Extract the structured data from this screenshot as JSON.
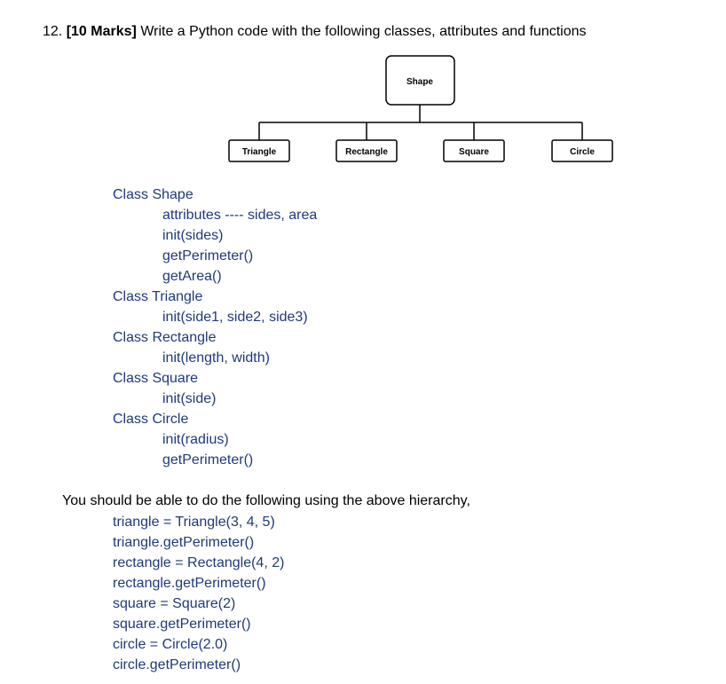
{
  "question": {
    "number": "12.",
    "marks": "[10 Marks]",
    "text": "Write a Python code with the following classes, attributes and functions"
  },
  "diagram": {
    "root": "Shape",
    "children": [
      "Triangle",
      "Rectangle",
      "Square",
      "Circle"
    ]
  },
  "spec": [
    {
      "text": "Class Shape",
      "level": 0
    },
    {
      "text": "attributes ---- sides, area",
      "level": 1
    },
    {
      "text": "init(sides)",
      "level": 1
    },
    {
      "text": "getPerimeter()",
      "level": 1
    },
    {
      "text": "getArea()",
      "level": 1
    },
    {
      "text": "Class Triangle",
      "level": 0
    },
    {
      "text": "init(side1, side2, side3)",
      "level": 1
    },
    {
      "text": "Class Rectangle",
      "level": 0
    },
    {
      "text": "init(length, width)",
      "level": 1
    },
    {
      "text": "Class Square",
      "level": 0
    },
    {
      "text": "init(side)",
      "level": 1
    },
    {
      "text": "Class Circle",
      "level": 0
    },
    {
      "text": "init(radius)",
      "level": 1
    },
    {
      "text": "getPerimeter()",
      "level": 1
    }
  ],
  "usage_intro": "You should be able to do the following using the above hierarchy,",
  "usage": [
    "triangle = Triangle(3, 4, 5)",
    "triangle.getPerimeter()",
    "rectangle = Rectangle(4, 2)",
    "rectangle.getPerimeter()",
    "square = Square(2)",
    "square.getPerimeter()",
    "circle = Circle(2.0)",
    "circle.getPerimeter()"
  ]
}
